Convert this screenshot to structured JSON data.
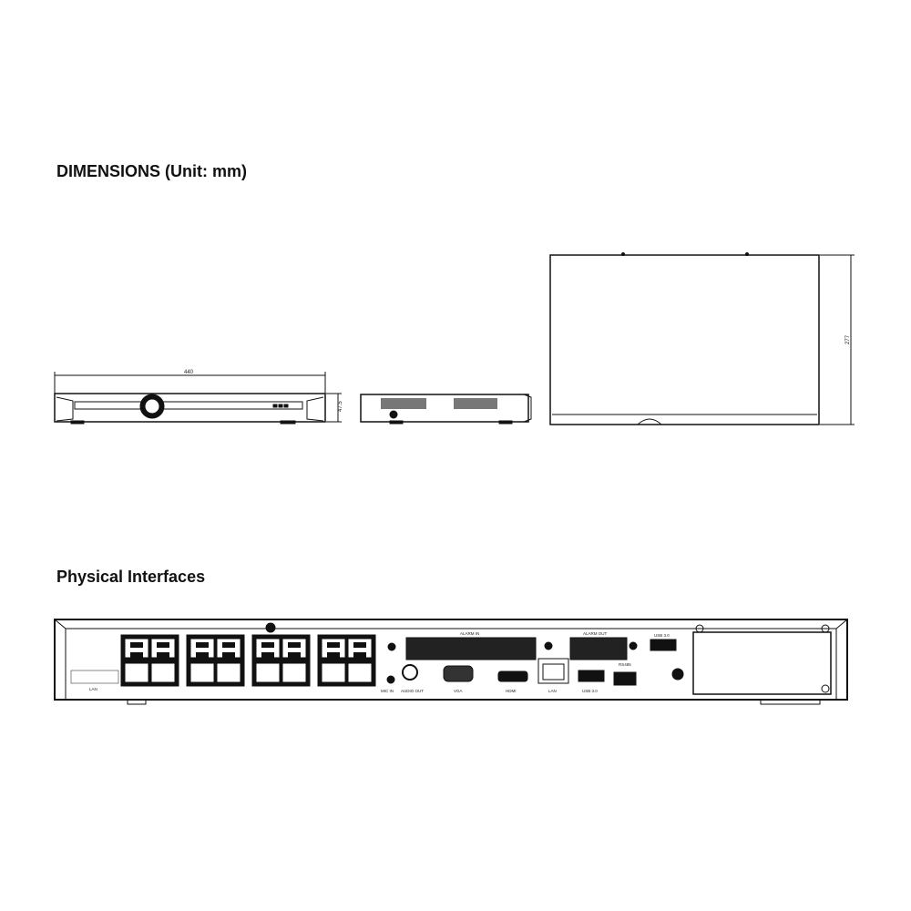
{
  "dimensions_title": "DIMENSIONS  (Unit: mm)",
  "interfaces_title": "Physical Interfaces",
  "dims": {
    "width": "440",
    "height": "47.5",
    "depth": "277"
  },
  "ports": {
    "lan_group": "LAN",
    "mic_in": "MIC IN",
    "audio_out": "AUDIO OUT",
    "vga": "VGA",
    "hdmi": "HDMI",
    "lan": "LAN",
    "usb_rear": "USB 3.0",
    "usb_top": "USB 3.0",
    "alarm_in": "ALARM IN",
    "alarm_out": "ALARM OUT",
    "rs485": "RS485"
  },
  "colors": {
    "line": "#111111",
    "background": "#ffffff"
  }
}
